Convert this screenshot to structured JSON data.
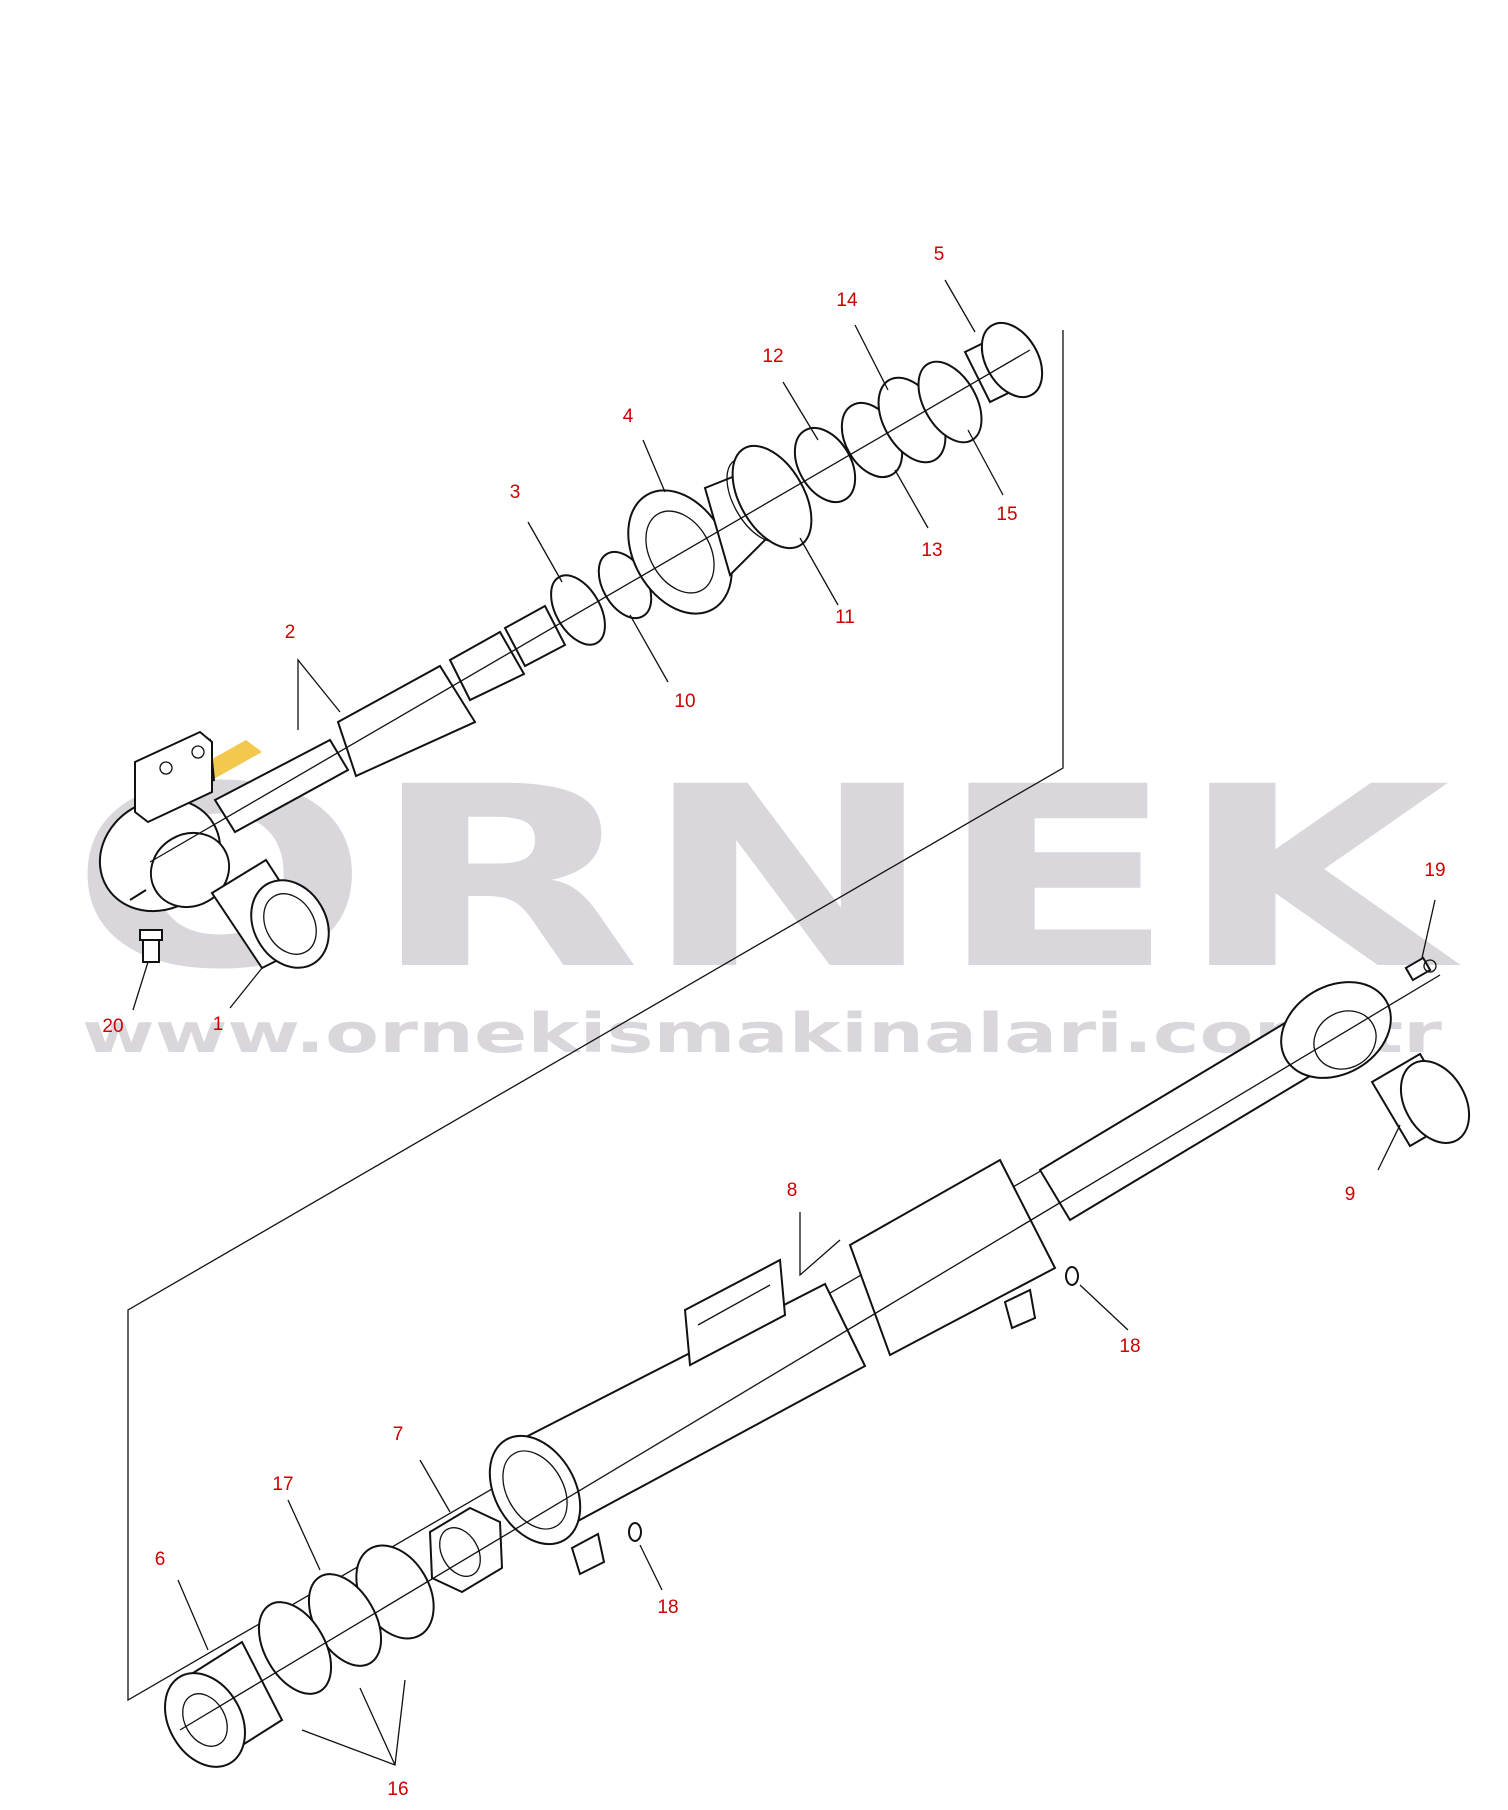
{
  "watermark": {
    "brand": "ORNEK",
    "url": "www.ornekismakinalari.com.tr",
    "color": "#d9d6dc",
    "accent": "#f2c94c"
  },
  "callout_color": "#cc0000",
  "callouts": [
    {
      "id": "1",
      "label": "1"
    },
    {
      "id": "2",
      "label": "2"
    },
    {
      "id": "3",
      "label": "3"
    },
    {
      "id": "4",
      "label": "4"
    },
    {
      "id": "5",
      "label": "5"
    },
    {
      "id": "6",
      "label": "6"
    },
    {
      "id": "7",
      "label": "7"
    },
    {
      "id": "8",
      "label": "8"
    },
    {
      "id": "9",
      "label": "9"
    },
    {
      "id": "10",
      "label": "10"
    },
    {
      "id": "11",
      "label": "11"
    },
    {
      "id": "12",
      "label": "12"
    },
    {
      "id": "13",
      "label": "13"
    },
    {
      "id": "14",
      "label": "14"
    },
    {
      "id": "15",
      "label": "15"
    },
    {
      "id": "16",
      "label": "16"
    },
    {
      "id": "17",
      "label": "17"
    },
    {
      "id": "18a",
      "label": "18"
    },
    {
      "id": "18b",
      "label": "18"
    },
    {
      "id": "19",
      "label": "19"
    },
    {
      "id": "20",
      "label": "20"
    }
  ]
}
